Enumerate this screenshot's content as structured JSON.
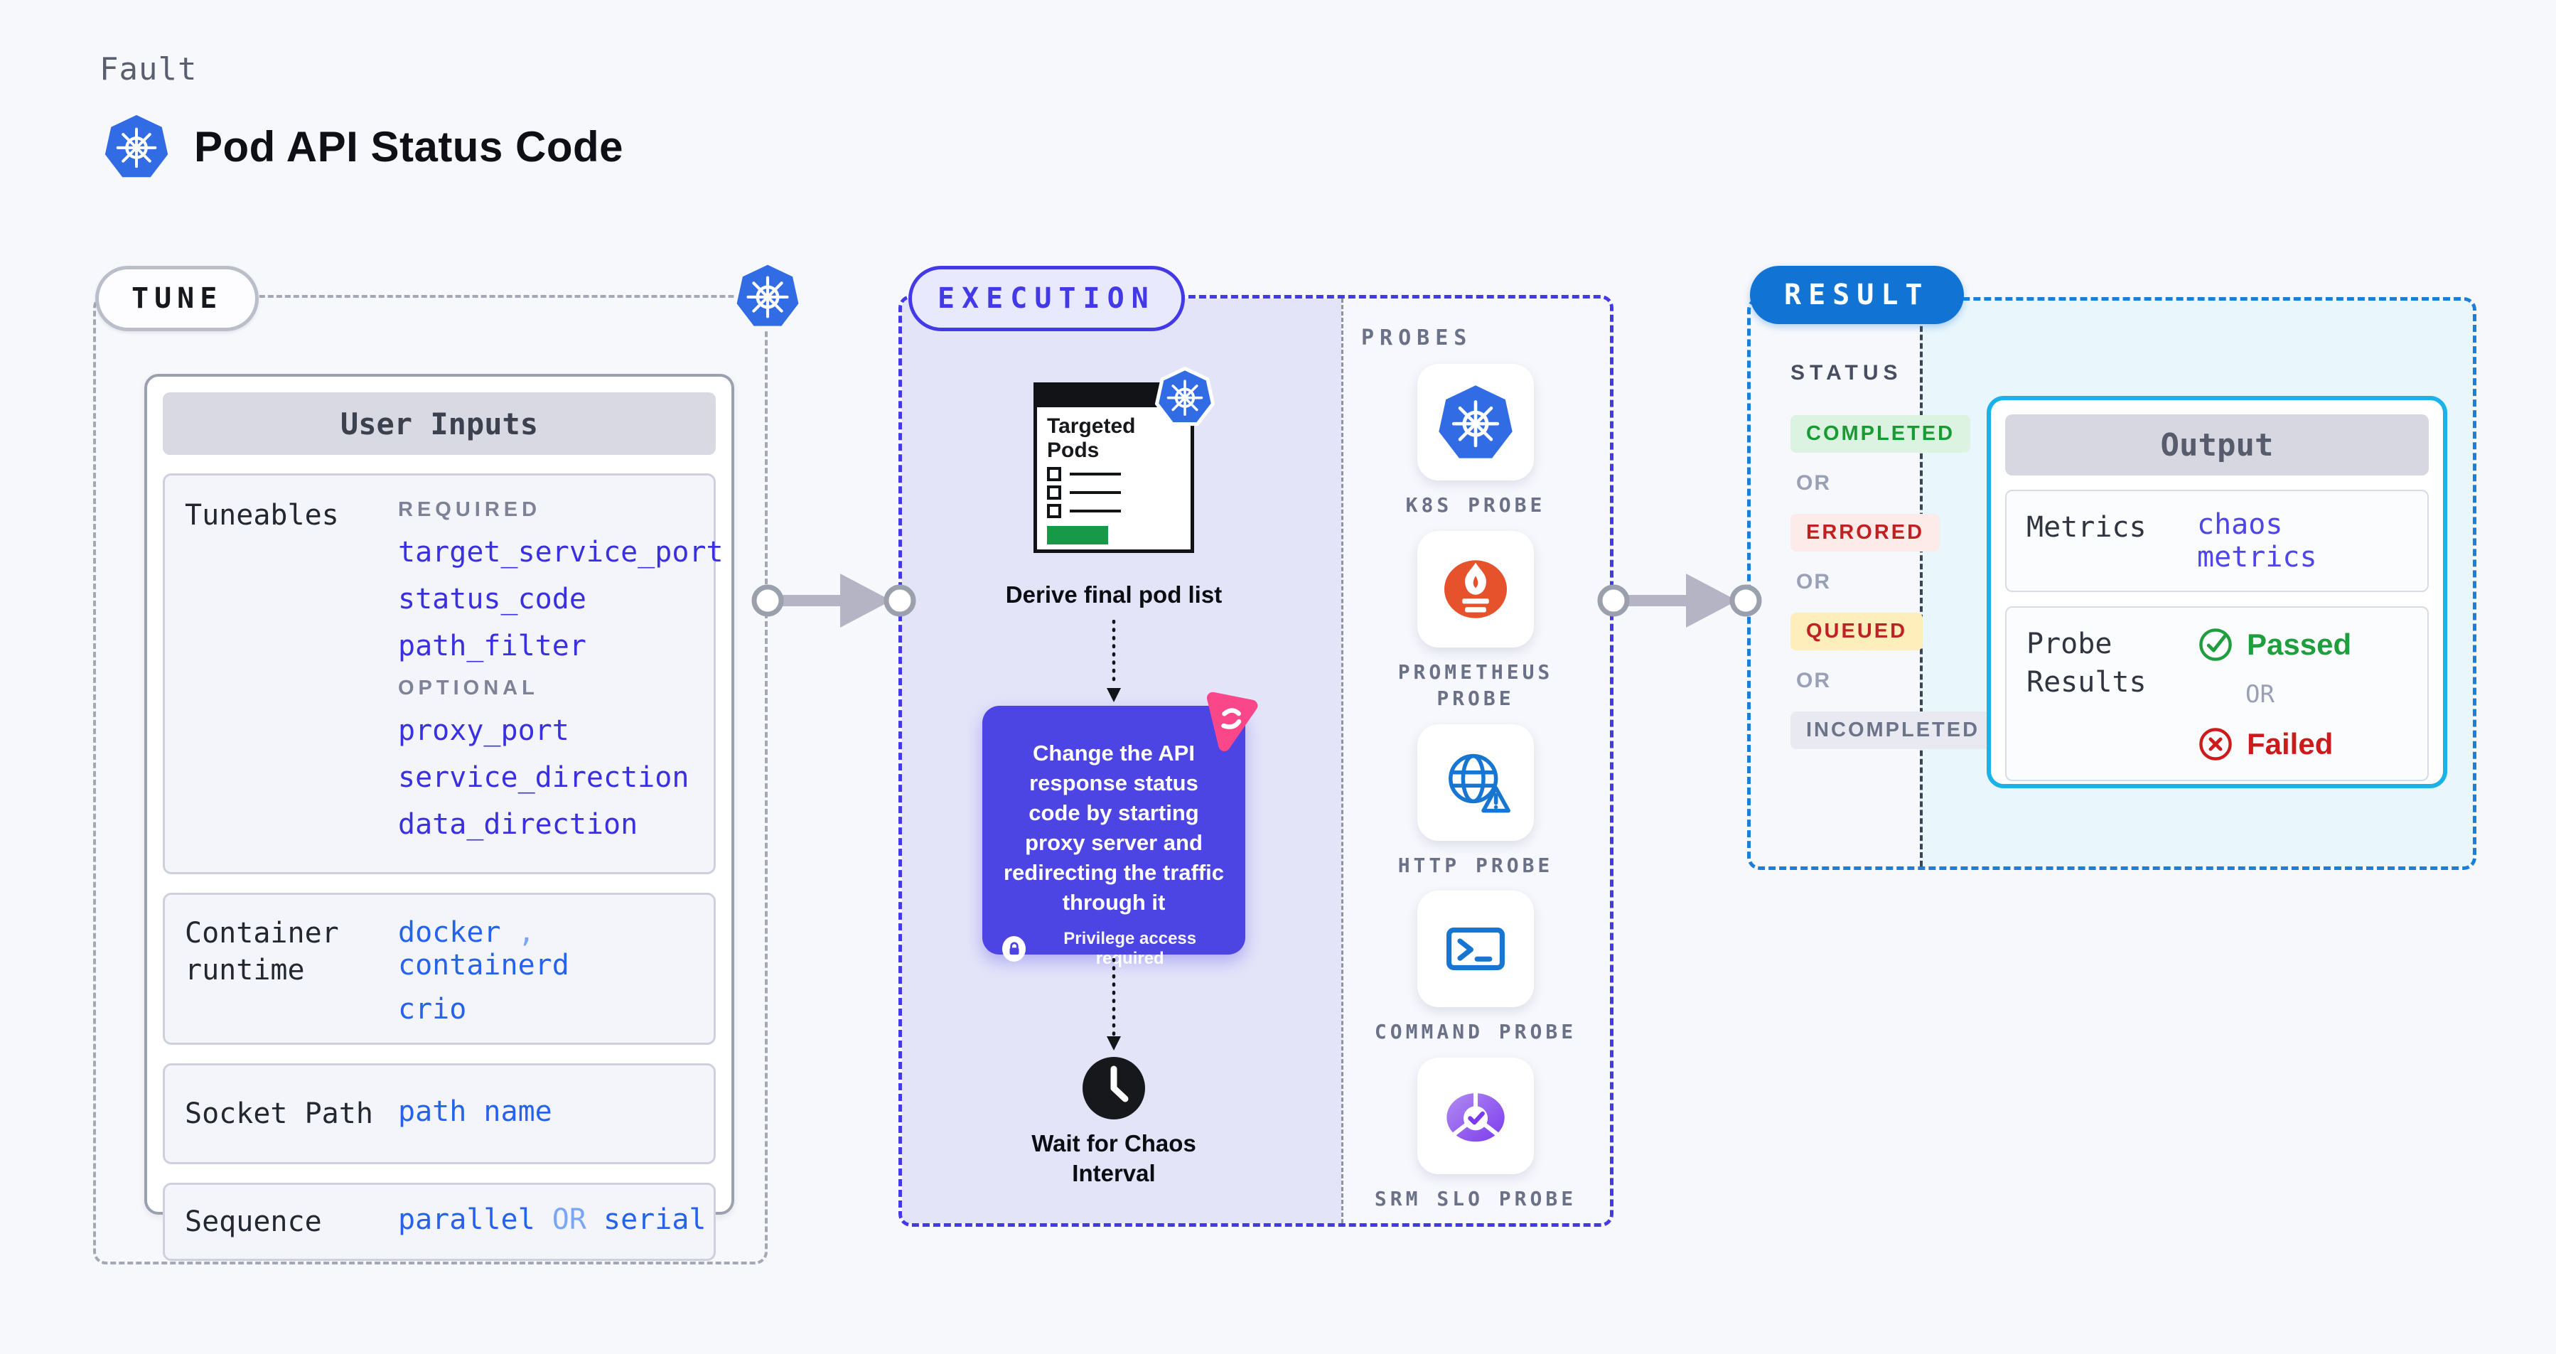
{
  "header": {
    "eyebrow": "Fault",
    "title": "Pod API Status Code",
    "icon": "kubernetes-icon"
  },
  "tune": {
    "badge": "TUNE",
    "user_inputs_header": "User Inputs",
    "tuneables": {
      "label": "Tuneables",
      "required_label": "REQUIRED",
      "required_items": [
        "target_service_port",
        "status_code",
        "path_filter"
      ],
      "optional_label": "OPTIONAL",
      "optional_items": [
        "proxy_port",
        "service_direction",
        "data_direction"
      ]
    },
    "container_runtime": {
      "label": "Container runtime",
      "value1": "docker",
      "separator": ",",
      "value2": "containerd",
      "value3": "crio"
    },
    "socket_path": {
      "label": "Socket Path",
      "value": "path name"
    },
    "sequence": {
      "label": "Sequence",
      "value1": "parallel",
      "or": "OR",
      "value2": "serial"
    }
  },
  "execution": {
    "badge": "EXECUTION",
    "pods_card_title": "Targeted Pods",
    "pods_card_icon": "kubernetes-icon",
    "derive_caption": "Derive final pod list",
    "callout_text": "Change the API response status code by starting proxy server and redirecting the traffic through it",
    "callout_icon": "chaos-icon",
    "privilege_icon": "lock-icon",
    "privilege_note": "Privilege access required",
    "wait_icon": "clock-icon",
    "wait_caption": "Wait for Chaos Interval"
  },
  "probes": {
    "label": "PROBES",
    "items": [
      {
        "label": "K8S PROBE",
        "icon": "kubernetes-icon"
      },
      {
        "label": "PROMETHEUS PROBE",
        "icon": "prometheus-icon"
      },
      {
        "label": "HTTP PROBE",
        "icon": "http-globe-icon"
      },
      {
        "label": "COMMAND PROBE",
        "icon": "terminal-icon"
      },
      {
        "label": "SRM SLO PROBE",
        "icon": "slo-pie-icon"
      }
    ]
  },
  "result": {
    "badge": "RESULT",
    "status_label": "STATUS",
    "or_label": "OR",
    "statuses": [
      {
        "label": "COMPLETED",
        "text_color": "#189a35",
        "bg_color": "#dcf3e1"
      },
      {
        "label": "ERRORED",
        "text_color": "#c12020",
        "bg_color": "#fcebe9"
      },
      {
        "label": "QUEUED",
        "text_color": "#c02126",
        "bg_color": "#fdeebc"
      },
      {
        "label": "INCOMPLETED",
        "text_color": "#6d7389",
        "bg_color": "#e9eaf1"
      }
    ],
    "output": {
      "header": "Output",
      "metrics_label": "Metrics",
      "metrics_value": "chaos metrics",
      "probe_results_label": "Probe Results",
      "passed_label": "Passed",
      "passed_icon": "check-circle-icon",
      "or_label": "OR",
      "failed_label": "Failed",
      "failed_icon": "x-circle-icon"
    }
  },
  "colors": {
    "page_bg": "#f7f8fc",
    "indigo_accent": "#4339e6",
    "lavender_fill": "#e4e4f9",
    "result_blue": "#1173d4",
    "cyan_border": "#1ab2e9",
    "cyan_fill": "#e9f6fc",
    "param_indigo": "#3a30df",
    "value_blue": "#2563eb",
    "separator_blue": "#7aa7f5",
    "metrics_violet": "#4f46e5",
    "kubernetes_blue": "#326ce5",
    "prometheus_orange": "#e6522c",
    "callout_purple": "#4d44e4",
    "chaos_pink": "#f9478a",
    "green": "#189a35",
    "red": "#c12020",
    "arrow_gray": "#b4b4c4"
  }
}
